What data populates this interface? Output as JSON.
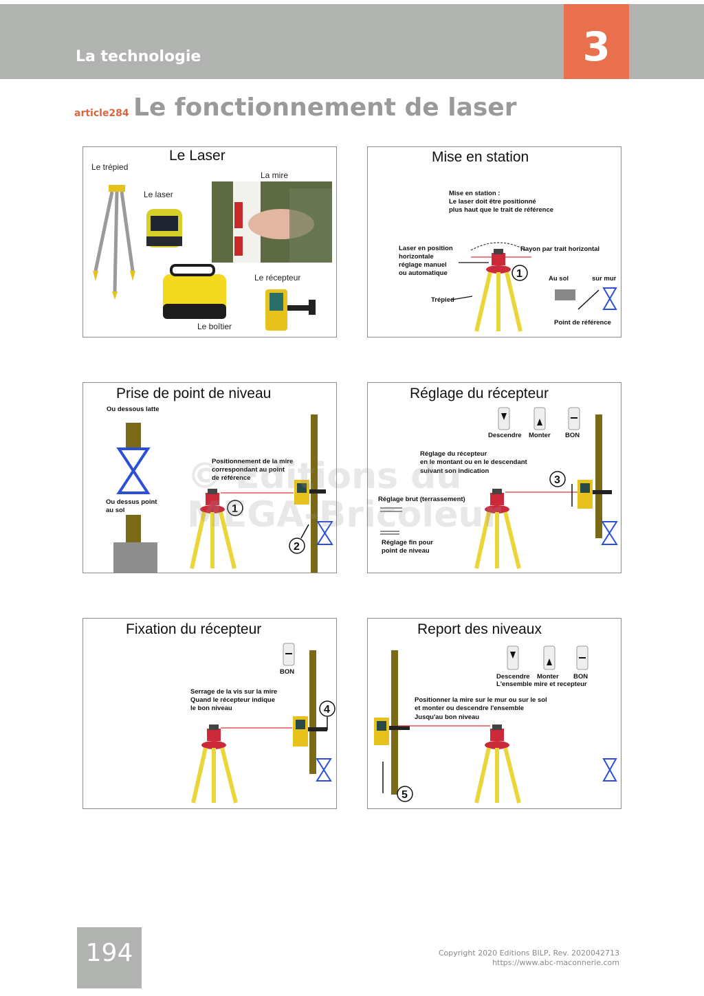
{
  "header": {
    "section": "La technologie",
    "chapter": "3"
  },
  "article": {
    "label": "article284",
    "title": "Le fonctionnement de laser"
  },
  "panel1": {
    "title": "Le Laser",
    "tripod": "Le trépied",
    "laser": "Le laser",
    "staff": "La mire",
    "receiver": "Le récepteur",
    "box": "Le boîtier"
  },
  "panel2": {
    "title": "Mise en station",
    "note1": "Mise en station :",
    "note2": "Le laser doit être positionné",
    "note3": "plus haut que le trait de référence",
    "left1": "Laser en position",
    "left2": "horizontale",
    "left3": "réglage manuel",
    "left4": "ou automatique",
    "ray": "Rayon par trait horizontal",
    "num": "1",
    "floor": "Au sol",
    "wall": "sur mur",
    "tripod": "Trépied",
    "ref": "Point de référence"
  },
  "panel3": {
    "title": "Prise de point de niveau",
    "under": "Ou dessous latte",
    "pos1": "Positionnement de la mire",
    "pos2": "correspondant au point",
    "pos3": "de référence",
    "above1": "Ou dessus point",
    "above2": "au sol",
    "n1": "1",
    "n2": "2"
  },
  "panel4": {
    "title": "Réglage du récepteur",
    "down": "Descendre",
    "up": "Monter",
    "ok": "BON",
    "t1": "Réglage du récepteur",
    "t2": "en le montant ou en le descendant",
    "t3": "suivant son indication",
    "rough": "Réglage brut (terrassement)",
    "fine1": "Réglage fin pour",
    "fine2": "point de niveau",
    "n3": "3"
  },
  "panel5": {
    "title": "Fixation du récepteur",
    "ok": "BON",
    "t1": "Serrage de la vis sur la mire",
    "t2": "Quand le récepteur indique",
    "t3": "le bon niveau",
    "n4": "4"
  },
  "panel6": {
    "title": "Report des niveaux",
    "down": "Descendre",
    "up": "Monter",
    "ok": "BON",
    "sub": "L'ensemble mire et recepteur",
    "t1": "Positionner la mire sur le mur ou sur le sol",
    "t2": "et monter ou descendre l'ensemble",
    "t3": "Jusqu'au bon niveau",
    "n5": "5"
  },
  "watermark": {
    "line1": "© Editions du",
    "line2": "MEGA-Bricoleur"
  },
  "footer": {
    "page": "194",
    "copyright": "Copyright 2020 Editions BILP, Rev. 2020042713",
    "url": "https://www.abc-maconnerie.com"
  }
}
